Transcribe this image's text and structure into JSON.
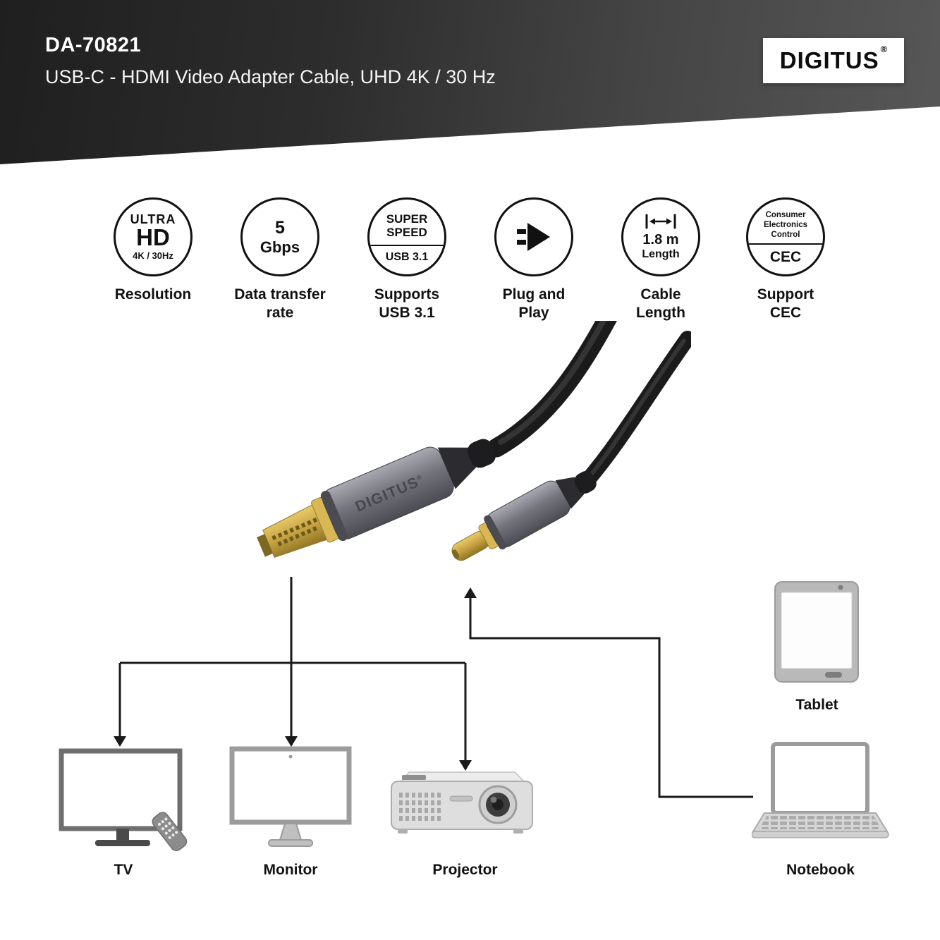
{
  "colors": {
    "header_dark": "#2d2d2d",
    "gold": "#c7a23f",
    "connector_gray": "#73737c",
    "line_black": "#1a1a1a",
    "device_gray": "#9c9c9c"
  },
  "header": {
    "model": "DA-70821",
    "subtitle": "USB-C - HDMI Video Adapter Cable, UHD 4K / 30 Hz",
    "brand": "DIGITUS",
    "registered": "®"
  },
  "features": [
    {
      "line1": "ULTRA",
      "line2": "HD",
      "line3": "4K / 30Hz",
      "label1": "Resolution",
      "label2": ""
    },
    {
      "line1": "5",
      "line2": "Gbps",
      "label1": "Data transfer",
      "label2": "rate"
    },
    {
      "line1": "SUPER",
      "line2": "SPEED",
      "line3": "USB 3.1",
      "label1": "Supports",
      "label2": "USB 3.1"
    },
    {
      "icon": "plug-and-play-icon",
      "label1": "Plug and",
      "label2": "Play"
    },
    {
      "icon": "cable-length-arrow-icon",
      "line1": "1.8 m",
      "line2": "Length",
      "label1": "Cable",
      "label2": "Length"
    },
    {
      "line1": "Consumer",
      "line2": "Electronics",
      "line3": "Control",
      "line4": "CEC",
      "label1": "Support",
      "label2": "CEC"
    }
  ],
  "product": {
    "connector_label": "DIGITUS",
    "connector_reg": "®"
  },
  "devices": [
    {
      "label": "TV"
    },
    {
      "label": "Monitor"
    },
    {
      "label": "Projector"
    },
    {
      "label": "Tablet"
    },
    {
      "label": "Notebook"
    }
  ]
}
